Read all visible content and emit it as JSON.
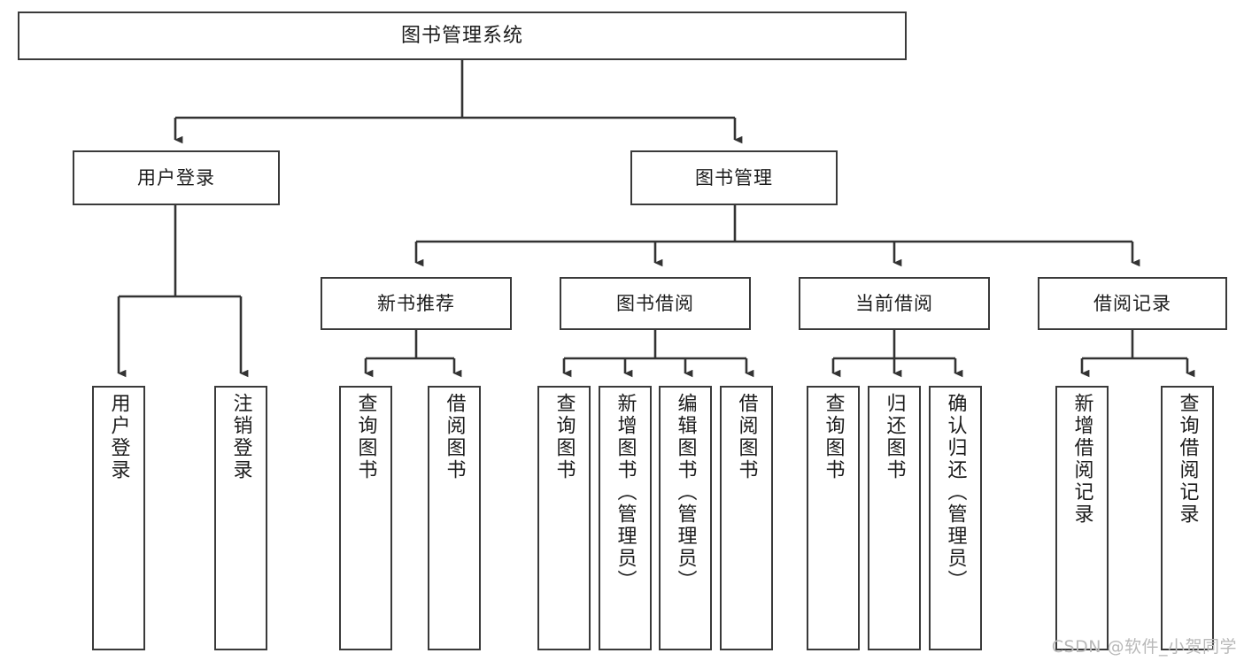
{
  "diagram": {
    "title": "图书管理系统",
    "type": "tree-hierarchy-diagram",
    "watermark": "CSDN @软件_小贺同学",
    "colors": {
      "box_border": "#3a3a3a",
      "box_fill": "#ffffff",
      "connector": "#333333",
      "text": "#1c1c1c",
      "watermark": "#b9b9b9",
      "background": "#ffffff"
    }
  },
  "nodes": {
    "root": {
      "label": "图书管理系统"
    },
    "level2": [
      {
        "id": "user-login",
        "label": "用户登录"
      },
      {
        "id": "book-management",
        "label": "图书管理"
      }
    ],
    "level3": [
      {
        "id": "new-book-recommend",
        "label": "新书推荐"
      },
      {
        "id": "book-borrow",
        "label": "图书借阅"
      },
      {
        "id": "current-borrow",
        "label": "当前借阅"
      },
      {
        "id": "borrow-record",
        "label": "借阅记录"
      }
    ],
    "leaves": [
      {
        "id": "leaf-user-login",
        "label": "用户登录",
        "parent": "user-login"
      },
      {
        "id": "leaf-user-logout",
        "label": "注销登录",
        "parent": "user-login"
      },
      {
        "id": "leaf-query-book-1",
        "label": "查询图书",
        "parent": "new-book-recommend"
      },
      {
        "id": "leaf-borrow-book-1",
        "label": "借阅图书",
        "parent": "new-book-recommend"
      },
      {
        "id": "leaf-query-book-2",
        "label": "查询图书",
        "parent": "book-borrow"
      },
      {
        "id": "leaf-add-book",
        "label": "新增图书（管理员）",
        "parent": "book-borrow"
      },
      {
        "id": "leaf-edit-book",
        "label": "编辑图书（管理员）",
        "parent": "book-borrow"
      },
      {
        "id": "leaf-borrow-book-2",
        "label": "借阅图书",
        "parent": "book-borrow"
      },
      {
        "id": "leaf-query-book-3",
        "label": "查询图书",
        "parent": "current-borrow"
      },
      {
        "id": "leaf-return-book",
        "label": "归还图书",
        "parent": "current-borrow"
      },
      {
        "id": "leaf-confirm-return",
        "label": "确认归还（管理员）",
        "parent": "current-borrow"
      },
      {
        "id": "leaf-add-record",
        "label": "新增借阅记录",
        "parent": "borrow-record"
      },
      {
        "id": "leaf-query-record",
        "label": "查询借阅记录",
        "parent": "borrow-record"
      }
    ]
  }
}
